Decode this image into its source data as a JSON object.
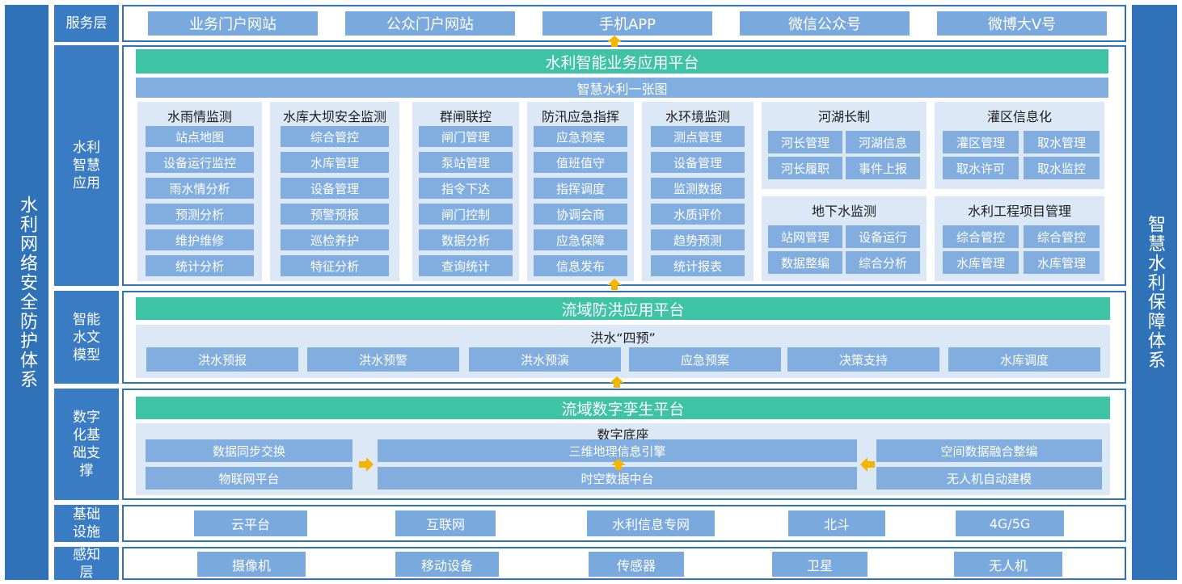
{
  "left_sidebar": "水利网络安全防护体系",
  "right_sidebar": "智慧水利保障体系",
  "layers": {
    "service": "服务层",
    "app": "水利智慧应用",
    "model": "智能水文模型",
    "digital": "数字化基础支撑",
    "infra": "基础设施",
    "sense": "感知层"
  },
  "service_items": [
    "业务门户网站",
    "公众门户网站",
    "手机APP",
    "微信公众号",
    "微博大V号"
  ],
  "app_platform": "水利智能业务应用平台",
  "app_map": "智慧水利一张图",
  "modules": [
    {
      "title": "水雨情监测",
      "items": [
        "站点地图",
        "设备运行监控",
        "雨水情分析",
        "预测分析",
        "维护维修",
        "统计分析"
      ]
    },
    {
      "title": "水库大坝安全监测",
      "items": [
        "综合管控",
        "水库管理",
        "设备管理",
        "预警预报",
        "巡检养护",
        "特征分析"
      ]
    },
    {
      "title": "群闸联控",
      "items": [
        "闸门管理",
        "泵站管理",
        "指令下达",
        "闸门控制",
        "数据分析",
        "查询统计"
      ]
    },
    {
      "title": "防汛应急指挥",
      "items": [
        "应急预案",
        "值班值守",
        "指挥调度",
        "协调会商",
        "应急保障",
        "信息发布"
      ]
    },
    {
      "title": "水环境监测",
      "items": [
        "测点管理",
        "设备管理",
        "监测数据",
        "水质评价",
        "趋势预测",
        "统计报表"
      ]
    }
  ],
  "grid_modules": [
    {
      "title": "河湖长制",
      "items": [
        "河长管理",
        "河湖信息",
        "河长履职",
        "事件上报"
      ]
    },
    {
      "title": "灌区信息化",
      "items": [
        "灌区管理",
        "取水管理",
        "取水许可",
        "取水监控"
      ]
    },
    {
      "title": "地下水监测",
      "items": [
        "站网管理",
        "设备运行",
        "数据整编",
        "综合分析"
      ]
    },
    {
      "title": "水利工程项目管理",
      "items": [
        "综合管控",
        "综合管控",
        "水库管理",
        "水库管理"
      ]
    }
  ],
  "model_platform": "流域防洪应用平台",
  "model_sub": "洪水“四预”",
  "model_items": [
    "洪水预报",
    "洪水预警",
    "洪水预演",
    "应急预案",
    "决策支持",
    "水库调度"
  ],
  "digital_platform": "流域数字孪生平台",
  "digital_base": "数字底座",
  "digital_left": [
    "数据同步交换",
    "物联网平台"
  ],
  "digital_center": [
    "三维地理信息引擎",
    "时空数据中台"
  ],
  "digital_right": [
    "空间数据融合整编",
    "无人机自动建模"
  ],
  "infra_items": [
    "云平台",
    "互联网",
    "水利信息专网",
    "北斗",
    "4G/5G"
  ],
  "sense_items": [
    "摄像机",
    "移动设备",
    "传感器",
    "卫星",
    "无人机"
  ],
  "colors": {
    "sidebar": "#2f72b8",
    "box": "#7aa9dd",
    "bar": "#3ec3a5",
    "arrow": "#f5b400",
    "panel": "#dce8f6"
  }
}
